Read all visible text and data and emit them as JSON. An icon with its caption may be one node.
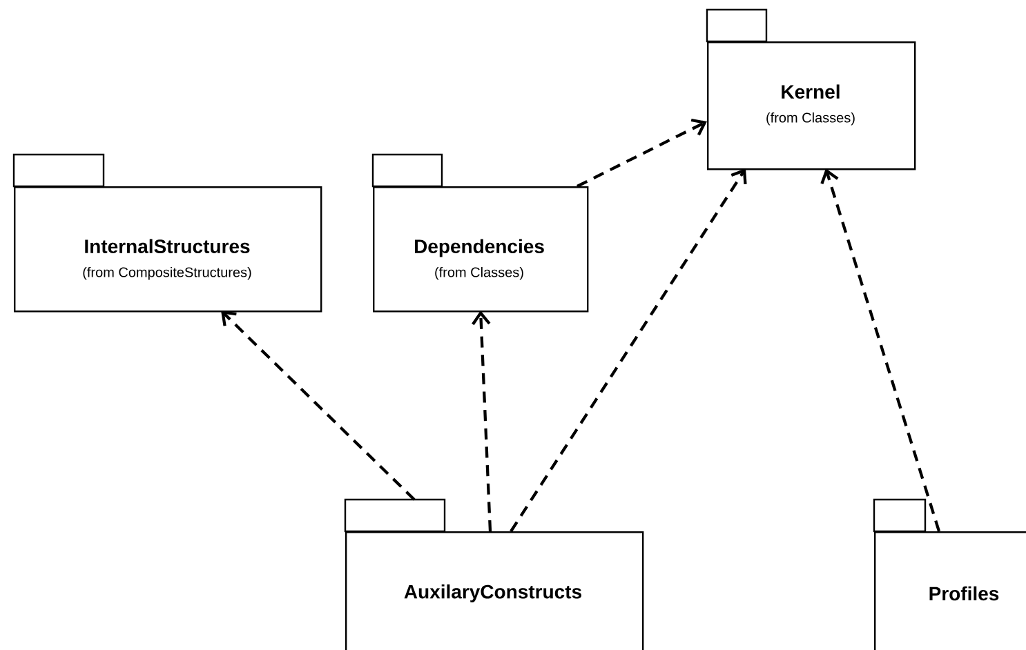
{
  "diagram": {
    "nodes": [
      {
        "text": [
          "InternalStructures",
          "(from CompositeStructures)"
        ]
      },
      {
        "text": [
          "Dependencies",
          "(from Classes)"
        ]
      },
      {
        "text": [
          "Kernel",
          "(from Classes)"
        ]
      },
      {
        "text": [
          "AuxilaryConstructs"
        ]
      },
      {
        "text": [
          "Profiles"
        ]
      }
    ],
    "edges": [
      {
        "from": 3,
        "to": 0,
        "arrow": "to",
        "style": "dashed"
      },
      {
        "from": 3,
        "to": 1,
        "arrow": "to",
        "style": "dashed"
      },
      {
        "from": 3,
        "to": 2,
        "arrow": "to",
        "style": "dashed"
      },
      {
        "from": 1,
        "to": 2,
        "arrow": "to",
        "style": "dashed"
      },
      {
        "from": 4,
        "to": 2,
        "arrow": "to",
        "style": "dashed"
      }
    ]
  }
}
